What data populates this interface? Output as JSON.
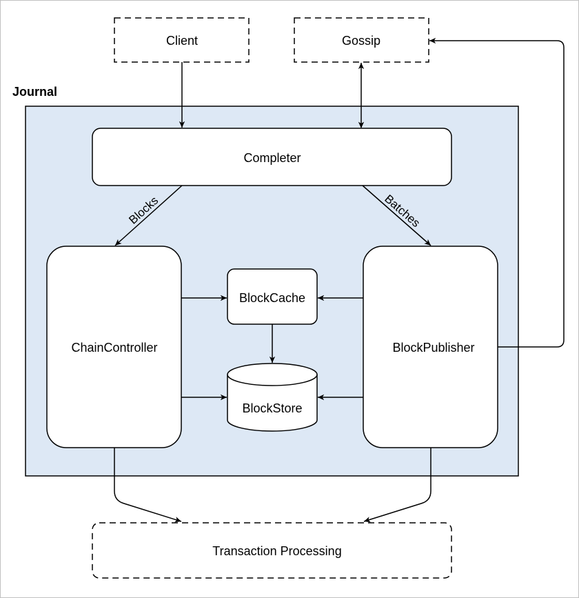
{
  "diagram": {
    "title": "Journal",
    "nodes": {
      "client": "Client",
      "gossip": "Gossip",
      "completer": "Completer",
      "chain_controller": "ChainController",
      "block_cache": "BlockCache",
      "block_publisher": "BlockPublisher",
      "block_store": "BlockStore",
      "transaction_processing": "Transaction Processing"
    },
    "edge_labels": {
      "blocks": "Blocks",
      "batches": "Batches"
    },
    "colors": {
      "journal_fill": "#dde8f5",
      "stroke": "#000000",
      "node_fill": "#ffffff",
      "frame": "#c0c0c0"
    }
  }
}
